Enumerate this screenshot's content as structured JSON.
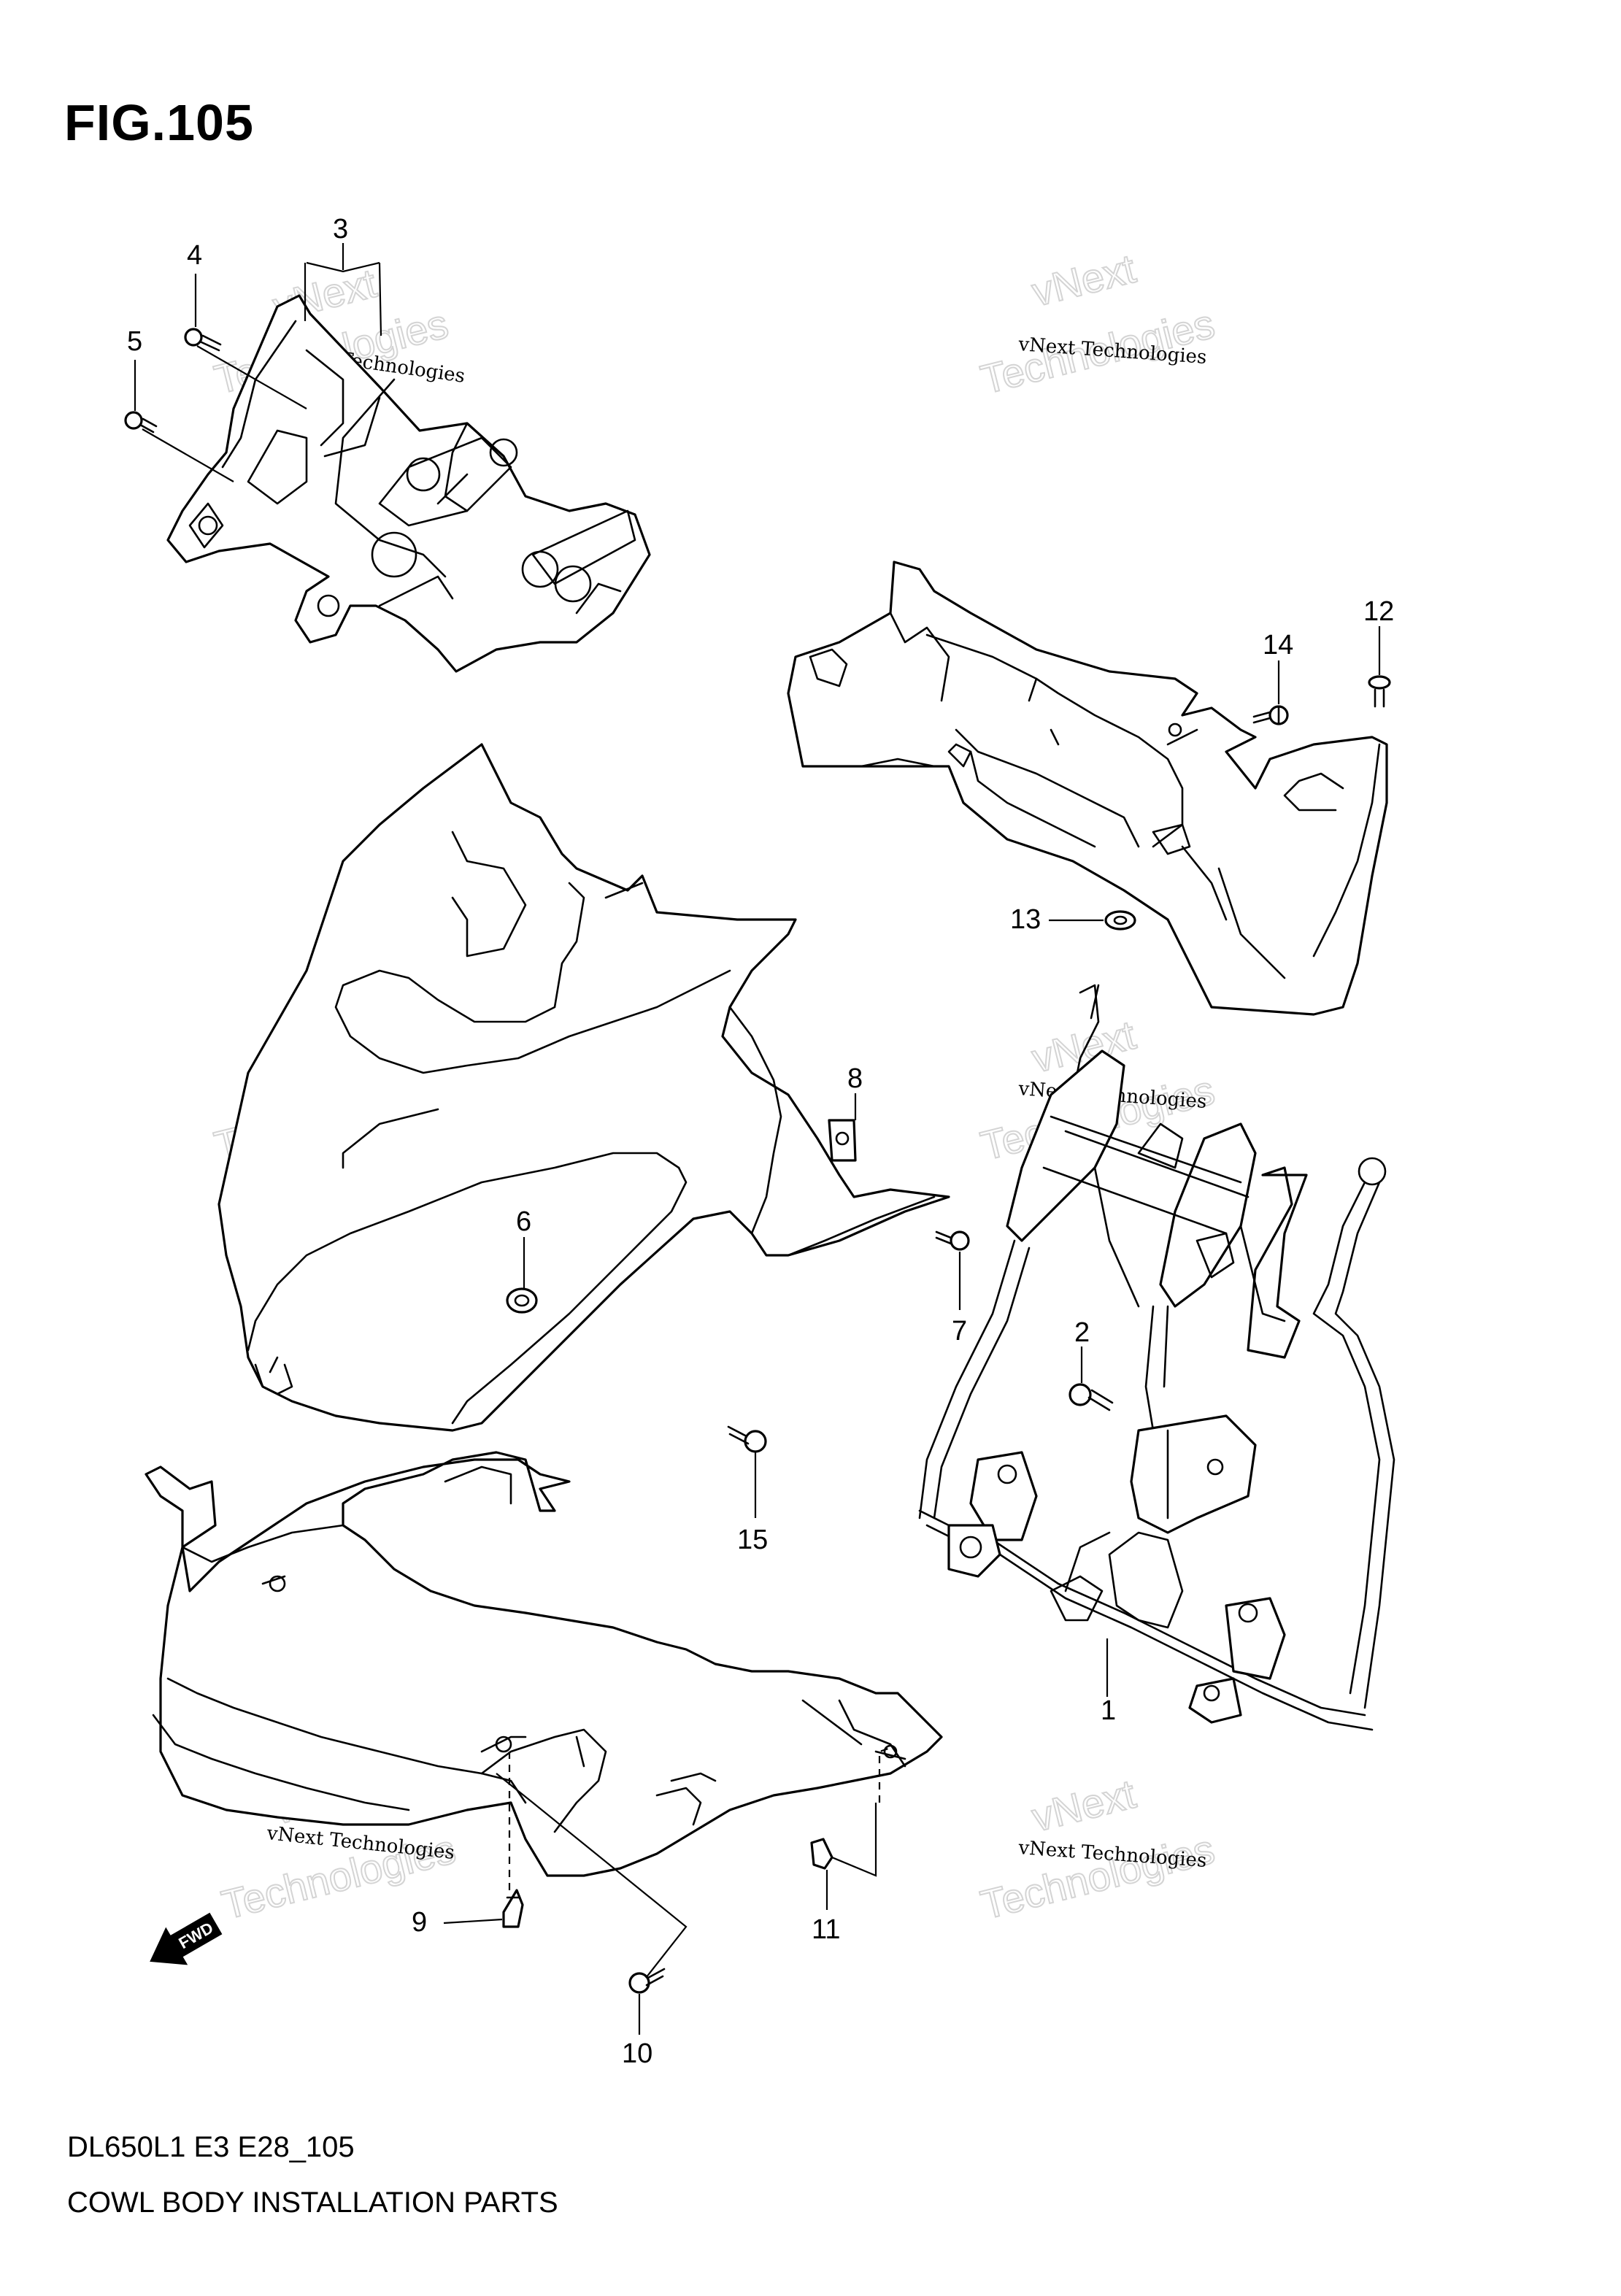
{
  "figure": {
    "title": "FIG.105",
    "footer_code": "DL650L1 E3 E28_105",
    "footer_title": "COWL BODY INSTALLATION PARTS"
  },
  "callouts": {
    "c1": "1",
    "c2": "2",
    "c3": "3",
    "c4": "4",
    "c5": "5",
    "c6": "6",
    "c7": "7",
    "c8": "8",
    "c9": "9",
    "c10": "10",
    "c11": "11",
    "c12": "12",
    "c13": "13",
    "c14": "14",
    "c15": "15"
  },
  "watermark": {
    "line1": "vNext Technologies",
    "line2": "vNext",
    "line3": "Technologies"
  },
  "fwd_arrow": {
    "label": "FWD"
  },
  "colors": {
    "ink": "#000000",
    "watermark": "#d4d4d4",
    "background": "#ffffff"
  }
}
